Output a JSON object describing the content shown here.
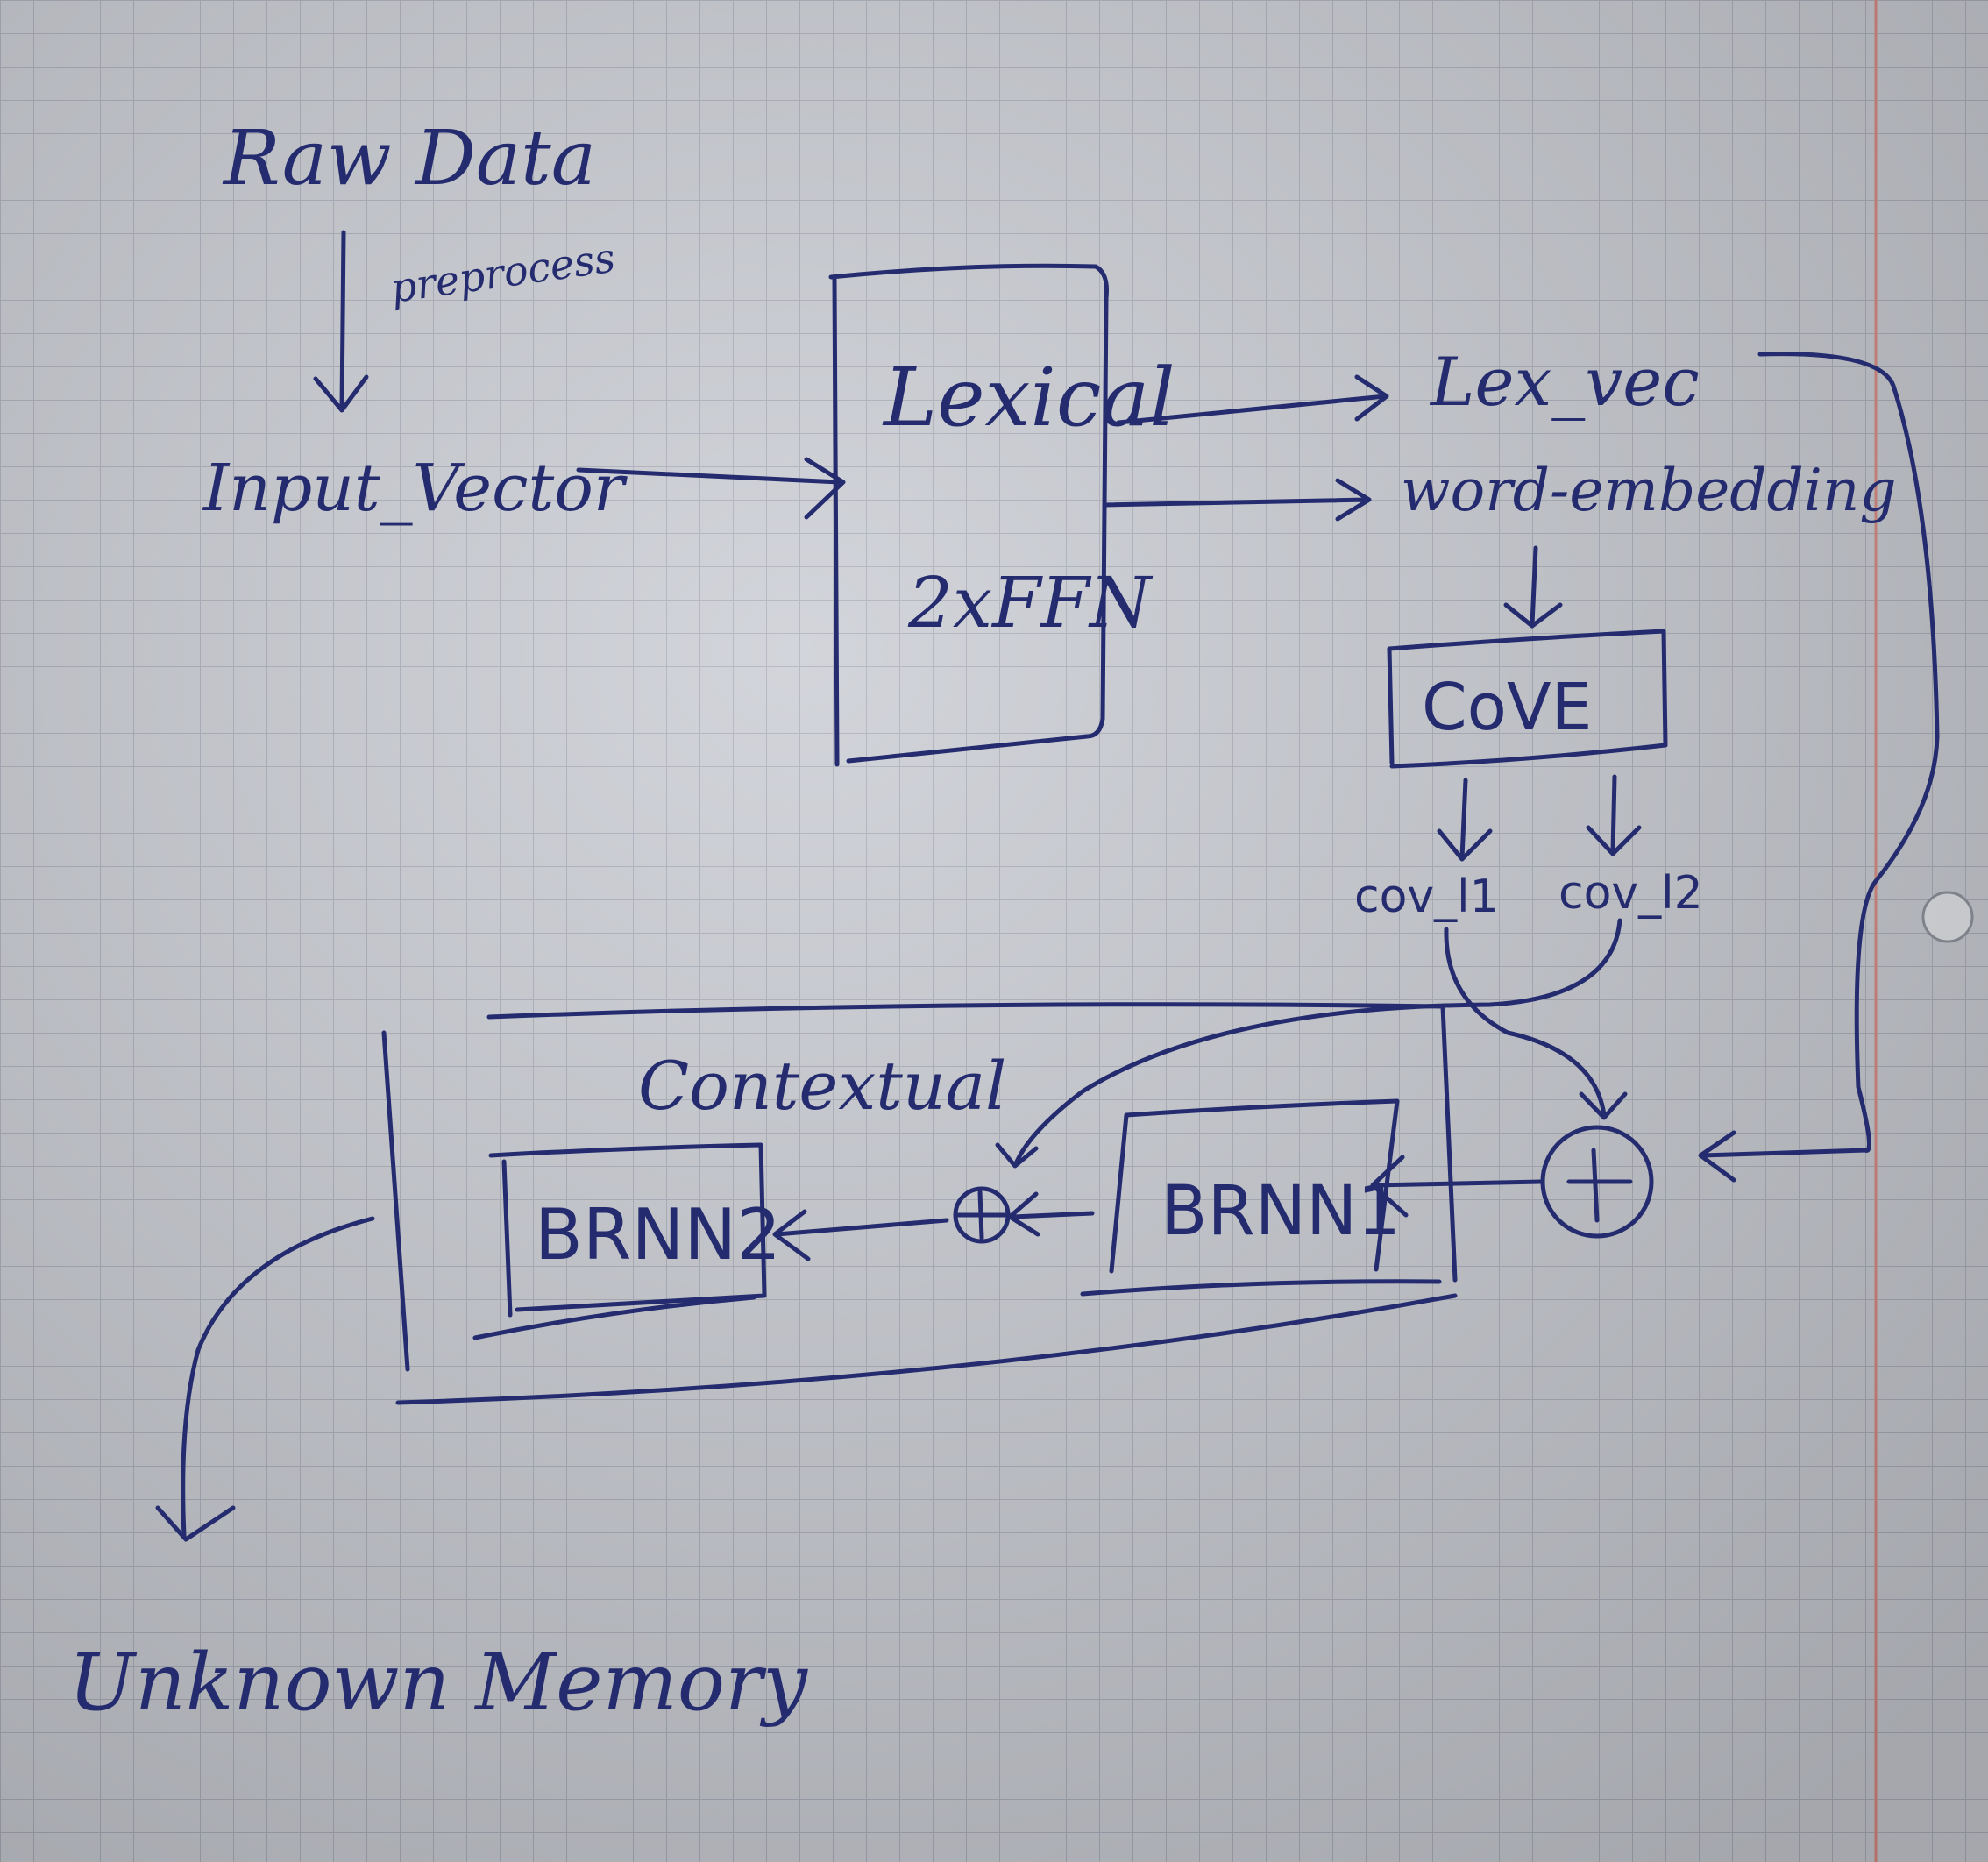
{
  "labels": {
    "raw_data": "Raw Data",
    "preprocess": "preprocess",
    "input_vector": "Input_Vector",
    "lexical": "Lexical",
    "ffn": "2xFFN",
    "lex_vec": "Lex_vec",
    "word_embedding": "word-embedding",
    "cove": "CoVE",
    "cov_l1": "cov_l1",
    "cov_l2": "cov_l2",
    "contextual": "Contextual",
    "brnn1": "BRNN1",
    "brnn2": "BRNN2",
    "plus": "+",
    "unknown_memory": "Unknown Memory"
  },
  "colors": {
    "ink": "#242b6e",
    "paper": "#c9ccd3",
    "grid": "#a9adb8",
    "margin": "#d9887e"
  }
}
